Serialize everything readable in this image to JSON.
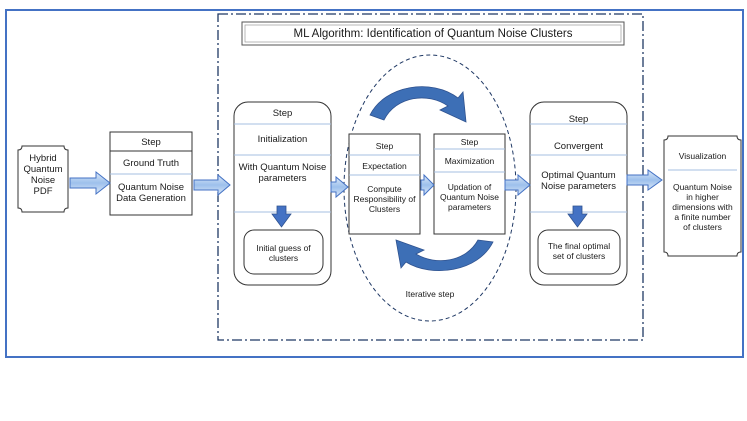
{
  "title": "ML Algorithm: Identification of Quantum Noise Clusters",
  "input": {
    "label": "Hybrid Quantum Noise PDF"
  },
  "step_ground": {
    "header": "Step",
    "sub": "Ground Truth",
    "body": "Quantum Noise Data Generation"
  },
  "step_init": {
    "header": "Step",
    "sub": "Initialization",
    "body": "With Quantum Noise parameters",
    "result": "Initial guess of clusters"
  },
  "step_expect": {
    "header": "Step",
    "sub": "Expectation",
    "body": "Compute Responsibility of Clusters"
  },
  "step_max": {
    "header": "Step",
    "sub": "Maximization",
    "body": "Updation of Quantum Noise parameters"
  },
  "iterative_label": "Iterative step",
  "step_conv": {
    "header": "Step",
    "sub": "Convergent",
    "body": "Optimal Quantum Noise parameters",
    "result": "The final optimal set of clusters"
  },
  "output": {
    "header": "Visualization",
    "body": "Quantum Noise in higher dimensions with a finite number of clusters"
  },
  "colors": {
    "frame": "#4472c4",
    "arrow_fill": "#a9c8ee",
    "arrow_stroke": "#4472c4",
    "curved_arrow": "#3d6fb6",
    "dash_frame": "#1f3864"
  }
}
